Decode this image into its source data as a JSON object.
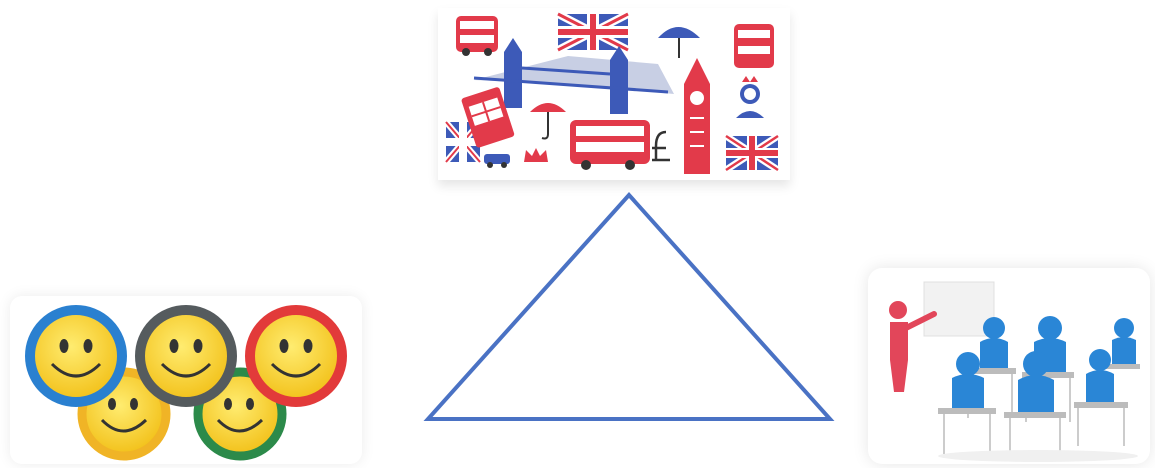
{
  "diagram": {
    "shape": "triangle",
    "stroke_color": "#4a72c4",
    "nodes": [
      {
        "id": "top",
        "image": "london-collage-icon"
      },
      {
        "id": "left",
        "image": "smiley-olympic-rings-icon"
      },
      {
        "id": "right",
        "image": "classroom-teacher-students-icon"
      }
    ]
  },
  "colors": {
    "red": "#e23a4a",
    "blue": "#3d5ab8",
    "smiley_yellow": "#f7d32a",
    "ring_blue": "#2a80d0",
    "ring_gray": "#555b5e",
    "ring_red": "#e23a3a",
    "ring_green": "#2c8a4a",
    "ring_yellow": "#f0b426",
    "student_blue": "#2a86d6",
    "teacher_red": "#e2465a"
  }
}
